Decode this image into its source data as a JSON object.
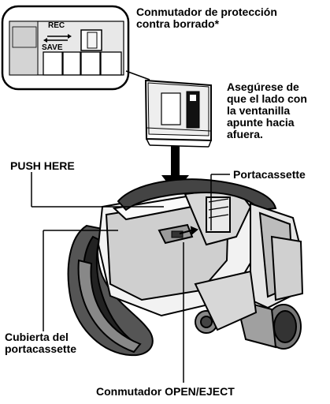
{
  "inset": {
    "rec_label": "REC",
    "save_label": "SAVE"
  },
  "labels": {
    "erase_protection_switch": "Conmutador de protección\ncontra borrado*",
    "window_note": "Asegúrese de\nque el lado con\nla ventanilla\napunte hacia\nafuera.",
    "push_here": "PUSH HERE",
    "cassette_holder": "Portacassette",
    "holder_cover": "Cubierta del\nportacassette",
    "open_eject_switch": "Conmutador OPEN/EJECT"
  }
}
